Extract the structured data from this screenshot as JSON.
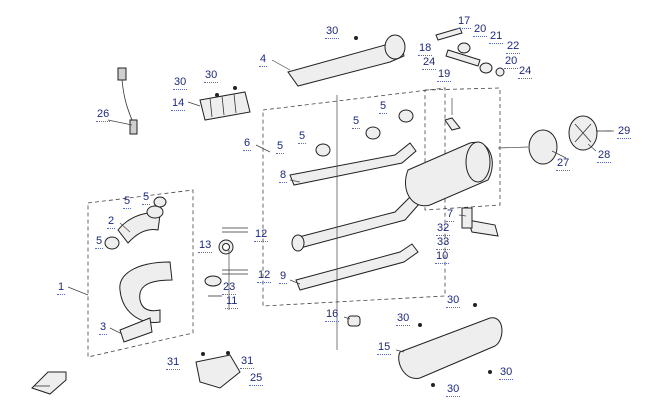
{
  "callouts": {
    "c1": "1",
    "c2": "2",
    "c3": "3",
    "c4": "4",
    "c5a": "5",
    "c5b": "5",
    "c5c": "5",
    "c5d": "5",
    "c5e": "5",
    "c5f": "5",
    "c6": "6",
    "c7": "7",
    "c8": "8",
    "c9": "9",
    "c10": "10",
    "c11": "11",
    "c12a": "12",
    "c12b": "12",
    "c13": "13",
    "c14": "14",
    "c15": "15",
    "c16": "16",
    "c17": "17",
    "c18": "18",
    "c19": "19",
    "c20a": "20",
    "c20b": "20",
    "c21": "21",
    "c22": "22",
    "c23": "23",
    "c24a": "24",
    "c24b": "24",
    "c25": "25",
    "c26": "26",
    "c27": "27",
    "c28": "28",
    "c29": "29",
    "c30a": "30",
    "c30b": "30",
    "c30c": "30",
    "c30d": "30",
    "c30e": "30",
    "c30f": "30",
    "c30g": "30",
    "c31a": "31",
    "c31b": "31",
    "c32": "32",
    "c33": "33"
  }
}
